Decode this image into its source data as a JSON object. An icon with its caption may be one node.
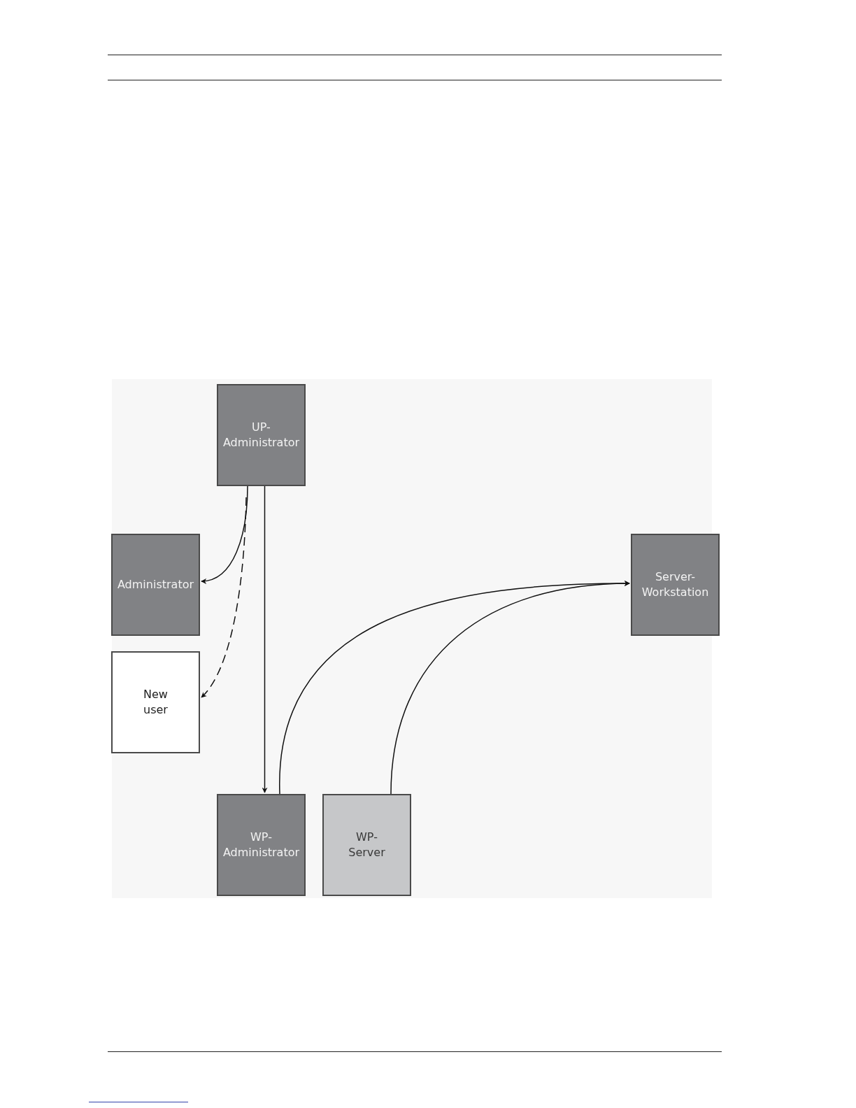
{
  "diagram": {
    "nodes": [
      {
        "text": [
          "UP-Administrator"
        ]
      },
      {
        "text": [
          "Administrator"
        ]
      },
      {
        "text": [
          "New user"
        ]
      },
      {
        "text": [
          "Server-Workstation"
        ]
      },
      {
        "text": [
          "WP-Administrator"
        ]
      },
      {
        "text": [
          "WP-Server"
        ]
      }
    ],
    "edges": [
      {
        "from": 0,
        "to": 1,
        "arrow": "to"
      },
      {
        "from": 0,
        "to": 2,
        "arrow": "to",
        "style": "dashed"
      },
      {
        "from": 0,
        "to": 4,
        "arrow": "to"
      },
      {
        "from": 4,
        "to": 3,
        "arrow": "to"
      },
      {
        "from": 5,
        "to": 3,
        "arrow": "to"
      }
    ]
  }
}
